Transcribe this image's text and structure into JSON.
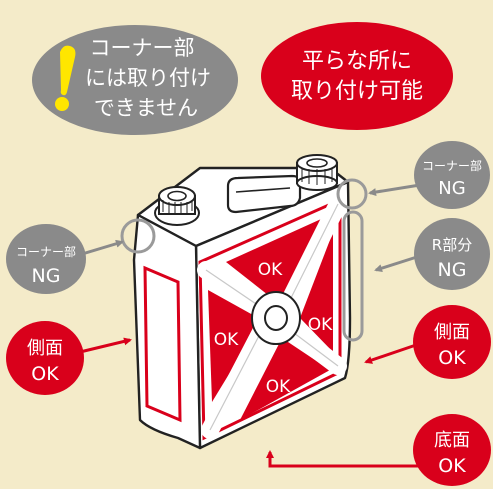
{
  "callouts": {
    "corner_warning": {
      "lines": [
        "コーナー部",
        "には取り付け",
        "できません"
      ],
      "icon": "exclamation-icon"
    },
    "flat_ok": {
      "lines": [
        "平らな所に",
        "取り付け可能"
      ]
    }
  },
  "bubbles": {
    "corner_right": {
      "lines": [
        "コーナー部",
        "NG"
      ]
    },
    "corner_left": {
      "lines": [
        "コーナー部",
        "NG"
      ]
    },
    "r_part": {
      "lines": [
        "R部分",
        "NG"
      ]
    },
    "side_left": {
      "lines": [
        "側面",
        "OK"
      ]
    },
    "side_right": {
      "lines": [
        "側面",
        "OK"
      ]
    },
    "bottom": {
      "lines": [
        "底面",
        "OK"
      ]
    }
  },
  "panel_labels": {
    "top": "OK",
    "left": "OK",
    "right": "OK",
    "bottom": "OK"
  },
  "colors": {
    "background": "#f4ebc9",
    "ok_red": "#d9001b",
    "ng_gray": "#8a8a8a",
    "warn_yellow": "#ffe600"
  }
}
